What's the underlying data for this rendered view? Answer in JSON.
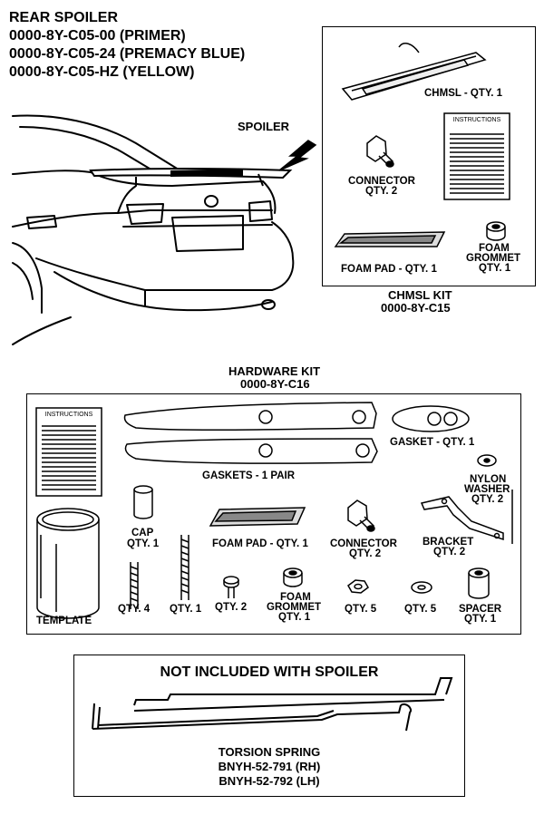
{
  "title": {
    "line1": "REAR SPOILER",
    "line2": "0000-8Y-C05-00 (PRIMER)",
    "line3": "0000-8Y-C05-24 (PREMACY BLUE)",
    "line4": "0000-8Y-C05-HZ (YELLOW)"
  },
  "car": {
    "spoiler_label": "SPOILER"
  },
  "chmsl_kit": {
    "title": "CHMSL KIT",
    "part_number": "0000-8Y-C15",
    "chmsl": "CHMSL - QTY. 1",
    "instructions": "INSTRUCTIONS",
    "connector": "CONNECTOR",
    "connector_qty": "QTY. 2",
    "foam_pad": "FOAM PAD - QTY. 1",
    "grommet_l1": "FOAM",
    "grommet_l2": "GROMMET",
    "grommet_qty": "QTY. 1"
  },
  "hardware_kit": {
    "title": "HARDWARE KIT",
    "part_number": "0000-8Y-C16",
    "instructions": "INSTRUCTIONS",
    "gaskets": "GASKETS - 1 PAIR",
    "gasket": "GASKET - QTY. 1",
    "nylon_l1": "NYLON",
    "nylon_l2": "WASHER",
    "nylon_qty": "QTY. 2",
    "cap": "CAP",
    "cap_qty": "QTY. 1",
    "foam_pad": "FOAM PAD - QTY. 1",
    "connector": "CONNECTOR",
    "connector_qty": "QTY. 2",
    "bracket": "BRACKET",
    "bracket_qty": "QTY. 2",
    "template": "TEMPLATE",
    "stud_short_qty": "QTY. 4",
    "stud_long_qty": "QTY. 1",
    "screw_qty": "QTY. 2",
    "grommet_l1": "FOAM",
    "grommet_l2": "GROMMET",
    "grommet_qty": "QTY. 1",
    "nut_qty": "QTY. 5",
    "washer_qty": "QTY. 5",
    "spacer": "SPACER",
    "spacer_qty": "QTY. 1"
  },
  "not_included": {
    "title": "NOT INCLUDED WITH SPOILER",
    "label": "TORSION SPRING",
    "rh": "BNYH-52-791 (RH)",
    "lh": "BNYH-52-792 (LH)"
  }
}
